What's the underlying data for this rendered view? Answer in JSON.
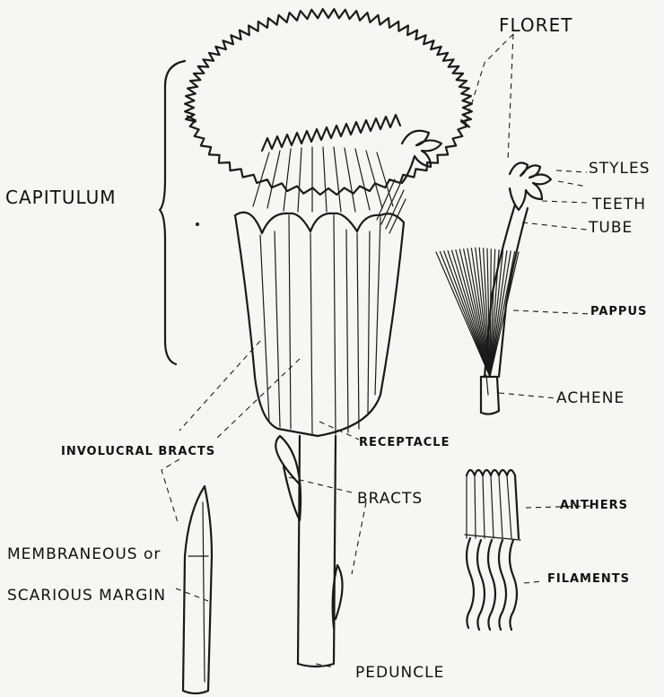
{
  "labels": {
    "floret": "FLORET",
    "styles": "STYLES",
    "teeth": "TEETH",
    "tube": "TUBE",
    "capitulum": "CAPITULUM",
    "pappus": "PAPPUS",
    "achene": "ACHENE",
    "involucral_bracts": "INVOLUCRAL BRACTS",
    "receptacle": "RECEPTACLE",
    "bracts": "BRACTS",
    "anthers": "ANTHERS",
    "membraneous_line1": "MEMBRANEOUS or",
    "scarious_margin": "SCARIOUS MARGIN",
    "filaments": "FILAMENTS",
    "peduncle": "PEDUNCLE"
  },
  "colors": {
    "ink": "#1a1a1a",
    "paper": "#f6f6f4"
  }
}
